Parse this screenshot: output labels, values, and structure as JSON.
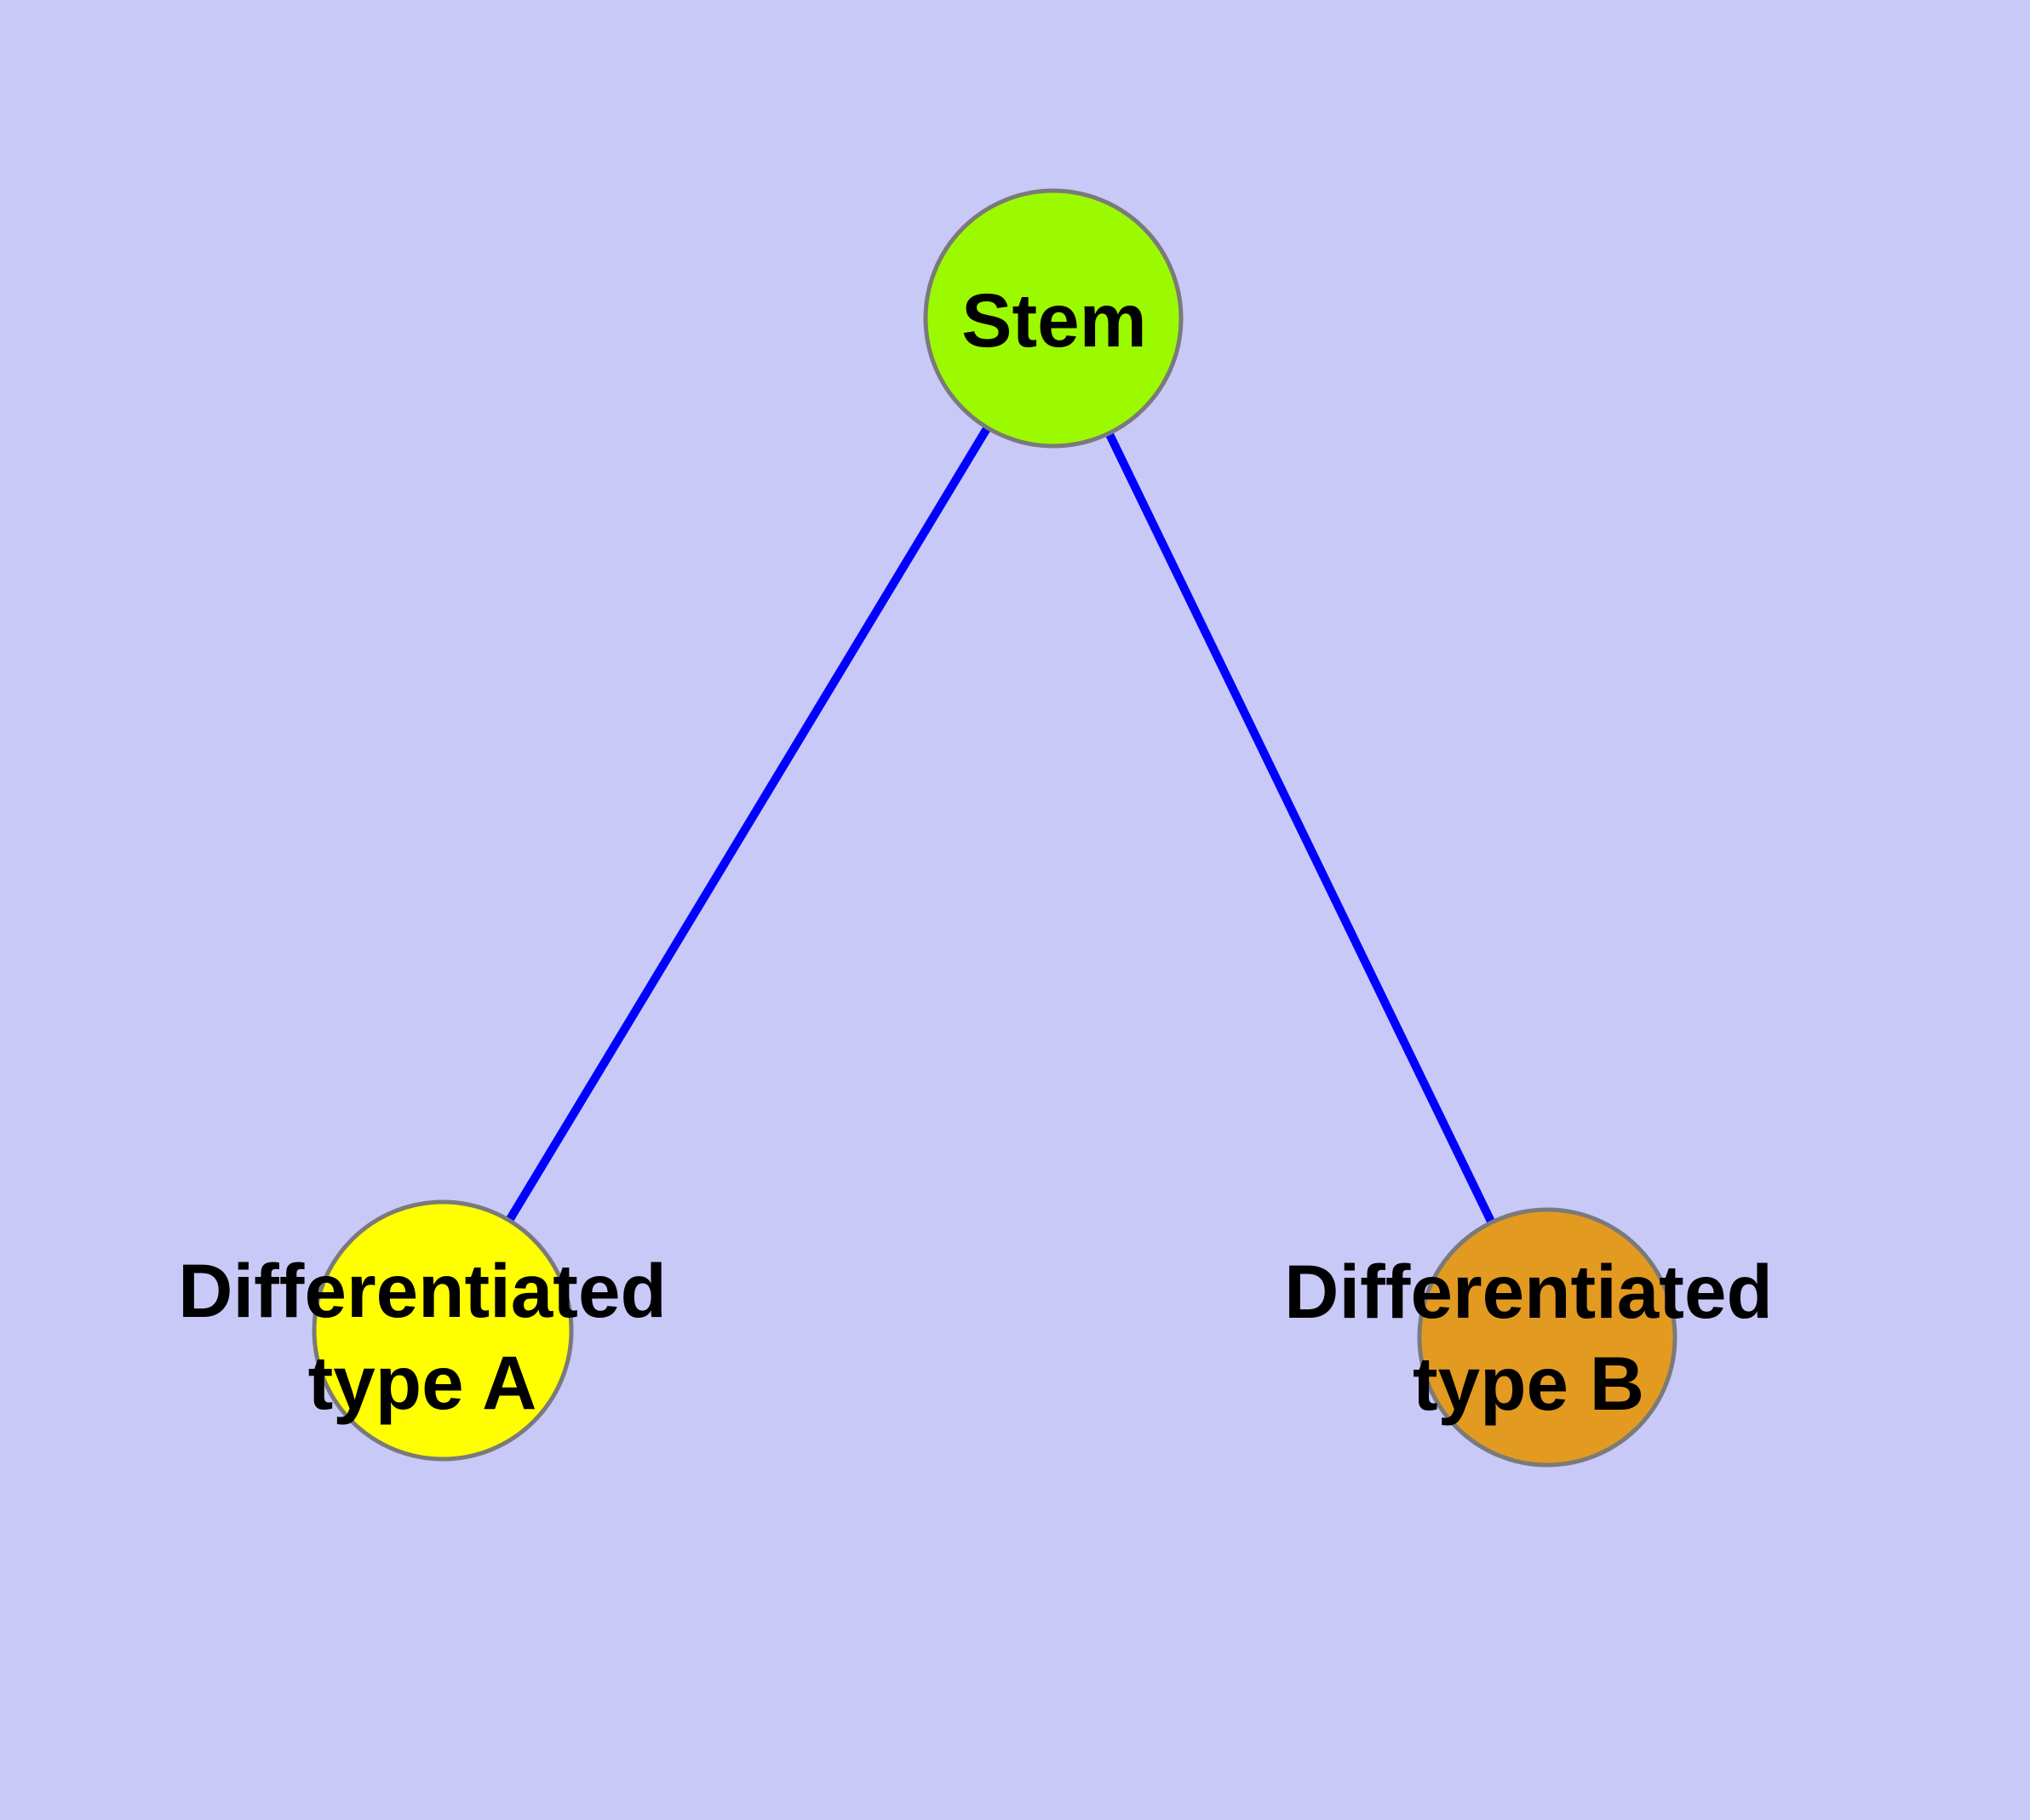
{
  "diagram": {
    "type": "graph",
    "description_visible_text_only": "Stem; Differentiated type A; Differentiated type B",
    "nodes": {
      "stem": {
        "label": "Stem",
        "fill": "#9CFA00"
      },
      "type_a": {
        "label_line1": "Differentiated",
        "label_line2": "type A",
        "fill": "#FFFF00"
      },
      "type_b": {
        "label_line1": "Differentiated",
        "label_line2": "type B",
        "fill": "#E39A20"
      }
    },
    "edges": [
      {
        "from": "Stem",
        "to": "Differentiated type A"
      },
      {
        "from": "Stem",
        "to": "Differentiated type B"
      }
    ],
    "colors": {
      "background": "#C9C9F7",
      "edge": "#0000FF",
      "node_border": "#7A7A7A",
      "label_text": "#000000"
    }
  }
}
